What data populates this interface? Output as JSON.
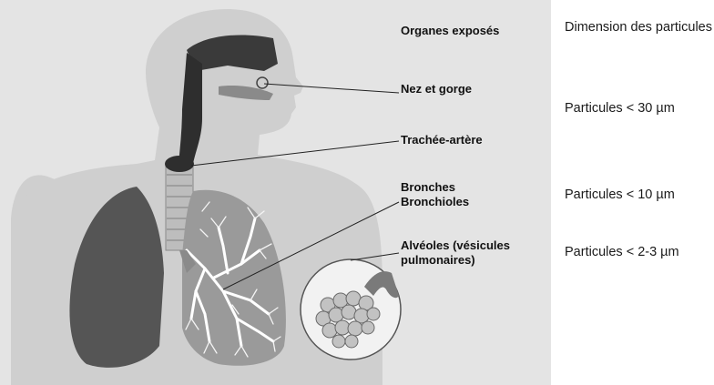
{
  "organs_header": "Organes exposés",
  "particles_header": "Dimension des particules",
  "organs": [
    {
      "name": "Nez et gorge"
    },
    {
      "name": "Trachée-artère"
    },
    {
      "name": "Bronches\nBronchioles"
    },
    {
      "name": "Alvéoles (vésicules\npulmonaires)"
    }
  ],
  "particles": [
    {
      "label": "Particules < 30 µm"
    },
    {
      "label": "Particules < 10 µm"
    },
    {
      "label": "Particules < 2-3 µm"
    }
  ],
  "colors": {
    "panel_background": "#e4e4e4",
    "body_silhouette": "#cfcfcf",
    "left_lung": "#555555",
    "right_lung": "#9a9a9a",
    "airway": "#2e2e2e",
    "magnifier_fill": "#f2f2f2"
  }
}
